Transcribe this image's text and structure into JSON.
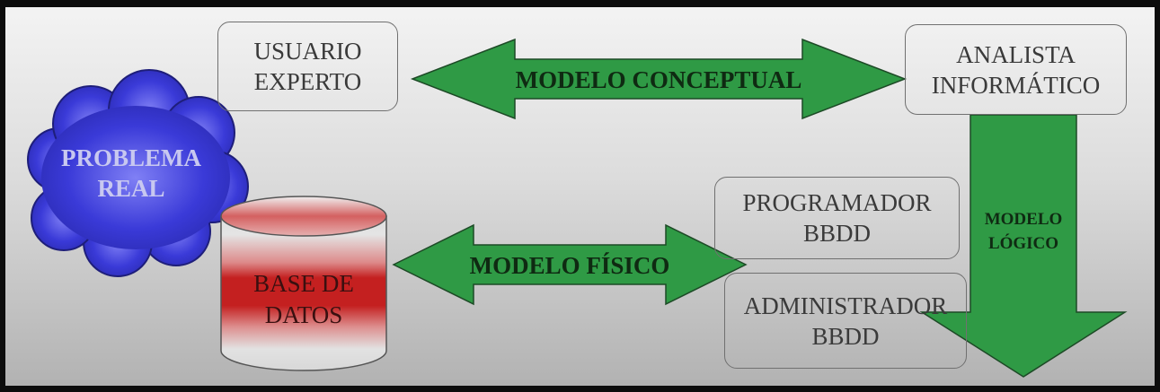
{
  "usuario_experto": {
    "line1": "USUARIO",
    "line2": "EXPERTO"
  },
  "analista": {
    "line1": "ANALISTA",
    "line2": "INFORMÁTICO"
  },
  "programador": {
    "line1": "PROGRAMADOR",
    "line2": "BBDD"
  },
  "administrador": {
    "line1": "ADMINISTRADOR",
    "line2": "BBDD"
  },
  "problema_real": {
    "line1": "PROBLEMA",
    "line2": "REAL"
  },
  "base_de_datos": {
    "line1": "BASE DE",
    "line2": "DATOS"
  },
  "modelo_conceptual": {
    "label": "MODELO CONCEPTUAL"
  },
  "modelo_fisico": {
    "label": "MODELO FÍSICO"
  },
  "modelo_logico": {
    "line1": "MODELO",
    "line2": "LÓGICO"
  },
  "colors": {
    "arrow_green": "#2f9a45",
    "arrow_outline": "#1d4a26",
    "cloud_blue": "#3a3ad8",
    "database_red": "#c42020",
    "label_dark": "#0f2a12"
  }
}
